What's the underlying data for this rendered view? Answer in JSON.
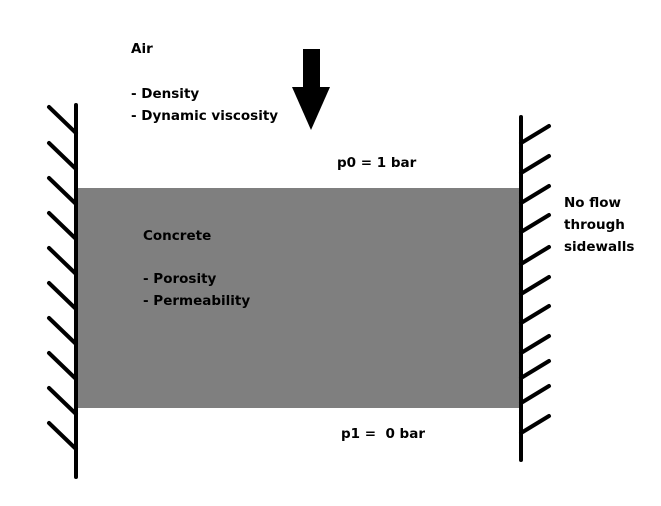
{
  "colors": {
    "concrete": "#7f7f7f",
    "ink": "#000000"
  },
  "air": {
    "title": "Air",
    "props": [
      "- Density",
      "- Dynamic viscosity"
    ]
  },
  "concrete": {
    "title": "Concrete",
    "props": [
      "- Porosity",
      "- Permeability"
    ]
  },
  "top_bc": "p0 = 1 bar",
  "bottom_bc": "p1 =  0 bar",
  "side_bc": [
    "No flow",
    "through",
    "sidewalls"
  ]
}
